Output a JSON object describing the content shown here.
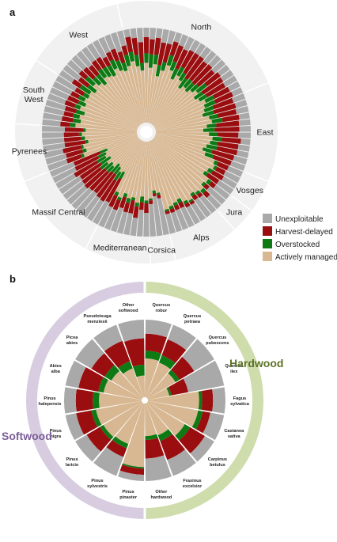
{
  "panels": {
    "a": "a",
    "b": "b"
  },
  "colors": {
    "unexploitable": "#a9a9a9",
    "harvest_delayed": "#9a0e10",
    "overstocked": "#0e7a14",
    "actively_managed": "#d8b892",
    "ring_bg_a": "#f1f1f1",
    "softwood_bg": "#d8cde0",
    "hardwood_bg": "#cfdcac",
    "softwood_text": "#7b5e98",
    "hardwood_text": "#5c7226"
  },
  "legend": [
    {
      "key": "unexploitable",
      "label": "Unexploitable"
    },
    {
      "key": "harvest_delayed",
      "label": "Harvest-delayed"
    },
    {
      "key": "overstocked",
      "label": "Overstocked"
    },
    {
      "key": "actively_managed",
      "label": "Actively managed"
    }
  ],
  "chart_data": [
    {
      "type": "radial stacked bar",
      "panel": "a",
      "stack_order": [
        "Actively managed",
        "Overstocked",
        "Harvest-delayed",
        "Unexploitable"
      ],
      "value_range": [
        0,
        100
      ],
      "regions": [
        {
          "name": "North",
          "label_lines": [
            "North"
          ]
        },
        {
          "name": "East",
          "label_lines": [
            "East"
          ]
        },
        {
          "name": "Vosges",
          "label_lines": [
            "Vosges"
          ]
        },
        {
          "name": "Jura",
          "label_lines": [
            "Jura"
          ]
        },
        {
          "name": "Alps",
          "label_lines": [
            "Alps"
          ]
        },
        {
          "name": "Corsica",
          "label_lines": [
            "Corsica"
          ]
        },
        {
          "name": "Mediterranean",
          "label_lines": [
            "Mediterranean"
          ]
        },
        {
          "name": "Massif Central",
          "label_lines": [
            "Massif Central"
          ]
        },
        {
          "name": "Pyrenees",
          "label_lines": [
            "Pyrenees"
          ]
        },
        {
          "name": "South West",
          "label_lines": [
            "South",
            "West"
          ]
        },
        {
          "name": "West",
          "label_lines": [
            "West"
          ]
        }
      ],
      "region_bar_counts": [
        22,
        12,
        4,
        3,
        8,
        3,
        8,
        11,
        7,
        8,
        12
      ],
      "series": [
        {
          "name": "Actively managed",
          "values": [
            66,
            60,
            55,
            63,
            58,
            62,
            50,
            57,
            64,
            60,
            52,
            58,
            55,
            48,
            52,
            50,
            54,
            58,
            52,
            55,
            60,
            57,
            55,
            52,
            58,
            60,
            54,
            50,
            56,
            60,
            58,
            55,
            52,
            56,
            68,
            70,
            66,
            64,
            72,
            70,
            74,
            72,
            70,
            75,
            73,
            68,
            70,
            72,
            74,
            55,
            52,
            60,
            62,
            58,
            65,
            60,
            62,
            58,
            64,
            60,
            38,
            40,
            36,
            34,
            40,
            38,
            42,
            36,
            40,
            38,
            35,
            60,
            56,
            58,
            52,
            55,
            58,
            54,
            65,
            60,
            62,
            58,
            64,
            60,
            63,
            61,
            62,
            58,
            64,
            60,
            56,
            62,
            60,
            58,
            64,
            60,
            58,
            62
          ]
        },
        {
          "name": "Overstocked",
          "values": [
            10,
            12,
            8,
            10,
            14,
            10,
            12,
            9,
            11,
            10,
            12,
            10,
            9,
            12,
            10,
            11,
            9,
            12,
            10,
            9,
            10,
            12,
            10,
            12,
            9,
            11,
            10,
            12,
            9,
            10,
            8,
            11,
            10,
            9,
            4,
            3,
            5,
            4,
            4,
            3,
            4,
            3,
            3,
            2,
            3,
            4,
            3,
            3,
            2,
            2,
            3,
            2,
            3,
            6,
            4,
            3,
            5,
            4,
            3,
            4,
            8,
            10,
            9,
            11,
            8,
            10,
            9,
            12,
            10,
            9,
            8,
            3,
            4,
            2,
            3,
            4,
            3,
            2,
            6,
            8,
            7,
            9,
            6,
            8,
            7,
            6,
            12,
            10,
            11,
            9,
            13,
            10,
            11,
            12,
            10,
            11,
            9,
            12
          ]
        },
        {
          "name": "Harvest-delayed",
          "values": [
            16,
            18,
            22,
            17,
            16,
            18,
            24,
            20,
            15,
            18,
            22,
            20,
            24,
            28,
            24,
            26,
            22,
            18,
            25,
            22,
            18,
            20,
            22,
            24,
            20,
            18,
            24,
            26,
            22,
            20,
            22,
            22,
            24,
            20,
            12,
            10,
            13,
            14,
            6,
            5,
            6,
            4,
            5,
            3,
            4,
            6,
            5,
            4,
            3,
            4,
            3,
            4,
            10,
            8,
            12,
            14,
            10,
            12,
            11,
            13,
            28,
            26,
            30,
            28,
            26,
            28,
            24,
            26,
            28,
            27,
            30,
            16,
            18,
            20,
            22,
            18,
            16,
            20,
            10,
            12,
            10,
            12,
            11,
            12,
            9,
            10,
            10,
            12,
            9,
            14,
            12,
            11,
            12,
            10,
            9,
            13,
            12,
            10
          ]
        },
        {
          "name": "Unexploitable",
          "values": [
            8,
            10,
            15,
            10,
            12,
            10,
            14,
            14,
            10,
            12,
            14,
            12,
            12,
            12,
            14,
            13,
            15,
            12,
            13,
            14,
            12,
            11,
            13,
            12,
            13,
            11,
            12,
            12,
            13,
            10,
            12,
            12,
            14,
            15,
            16,
            17,
            16,
            18,
            18,
            22,
            16,
            21,
            22,
            20,
            20,
            22,
            22,
            21,
            21,
            39,
            42,
            34,
            25,
            28,
            19,
            23,
            23,
            26,
            22,
            23,
            26,
            24,
            25,
            27,
            26,
            24,
            25,
            26,
            22,
            26,
            27,
            21,
            22,
            20,
            23,
            23,
            23,
            24,
            19,
            20,
            21,
            21,
            19,
            20,
            21,
            23,
            16,
            20,
            16,
            17,
            19,
            17,
            17,
            20,
            17,
            16,
            21,
            16
          ]
        }
      ]
    },
    {
      "type": "radial stacked bar",
      "panel": "b",
      "stack_order": [
        "Actively managed",
        "Overstocked",
        "Harvest-delayed",
        "Unexploitable"
      ],
      "value_range": [
        0,
        100
      ],
      "groups": [
        {
          "name": "Softwood",
          "species": [
            "Other softwood",
            "Pseudotsuga menziesii",
            "Picea abies",
            "Abies alba",
            "Pinus halepensis",
            "Pinus nigra",
            "Pinus laricio",
            "Pinus sylvestris",
            "Pinus pinaster"
          ]
        },
        {
          "name": "Hardwood",
          "species": [
            "Quercus robur",
            "Quercus petraea",
            "Quercus pubescens",
            "Quercus ilex",
            "Fagus sylvatica",
            "Castanea sativa",
            "Carpinus betulus",
            "Fraxinus excelsior",
            "Other hardwood"
          ]
        }
      ],
      "species_labels": [
        {
          "name": "Quercus robur",
          "lines": [
            "Quercus",
            "robur"
          ]
        },
        {
          "name": "Quercus petraea",
          "lines": [
            "Quercus",
            "petraea"
          ]
        },
        {
          "name": "Quercus pubescens",
          "lines": [
            "Quercus",
            "pubescens"
          ]
        },
        {
          "name": "Quercus ilex",
          "lines": [
            "Quercus",
            "ilex"
          ]
        },
        {
          "name": "Fagus sylvatica",
          "lines": [
            "Fagus",
            "sylvatica"
          ]
        },
        {
          "name": "Castanea sativa",
          "lines": [
            "Castanea",
            "sativa"
          ]
        },
        {
          "name": "Carpinus betulus",
          "lines": [
            "Carpinus",
            "betulus"
          ]
        },
        {
          "name": "Fraxinus excelsior",
          "lines": [
            "Fraxinus",
            "excelsior"
          ]
        },
        {
          "name": "Other hardwood",
          "lines": [
            "Other",
            "hardwood"
          ]
        },
        {
          "name": "Pinus pinaster",
          "lines": [
            "Pinus",
            "pinaster"
          ]
        },
        {
          "name": "Pinus sylvestris",
          "lines": [
            "Pinus",
            "sylvestris"
          ]
        },
        {
          "name": "Pinus laricio",
          "lines": [
            "Pinus",
            "laricio"
          ]
        },
        {
          "name": "Pinus nigra",
          "lines": [
            "Pinus",
            "nigra"
          ]
        },
        {
          "name": "Pinus halepensis",
          "lines": [
            "Pinus",
            "halepensis"
          ]
        },
        {
          "name": "Abies alba",
          "lines": [
            "Abies",
            "alba"
          ]
        },
        {
          "name": "Picea abies",
          "lines": [
            "Picea",
            "abies"
          ]
        },
        {
          "name": "Pseudotsuga menziesii",
          "lines": [
            "Pseudotsuga",
            "menziesii"
          ]
        },
        {
          "name": "Other softwood",
          "lines": [
            "Other",
            "softwood"
          ]
        }
      ],
      "series": [
        {
          "name": "Actively managed",
          "values": [
            50,
            48,
            42,
            28,
            66,
            66,
            56,
            44,
            42,
            82,
            56,
            58,
            60,
            55,
            50,
            46,
            40,
            28
          ]
        },
        {
          "name": "Overstocked",
          "values": [
            10,
            10,
            6,
            3,
            4,
            6,
            8,
            8,
            5,
            2,
            6,
            5,
            6,
            8,
            7,
            10,
            10,
            14
          ]
        },
        {
          "name": "Harvest-delayed",
          "values": [
            22,
            22,
            22,
            22,
            14,
            10,
            22,
            26,
            24,
            8,
            12,
            20,
            20,
            22,
            26,
            20,
            28,
            34
          ]
        },
        {
          "name": "Unexploitable",
          "values": [
            18,
            20,
            30,
            47,
            16,
            18,
            14,
            22,
            29,
            8,
            26,
            17,
            14,
            15,
            17,
            24,
            22,
            24
          ]
        }
      ]
    }
  ]
}
